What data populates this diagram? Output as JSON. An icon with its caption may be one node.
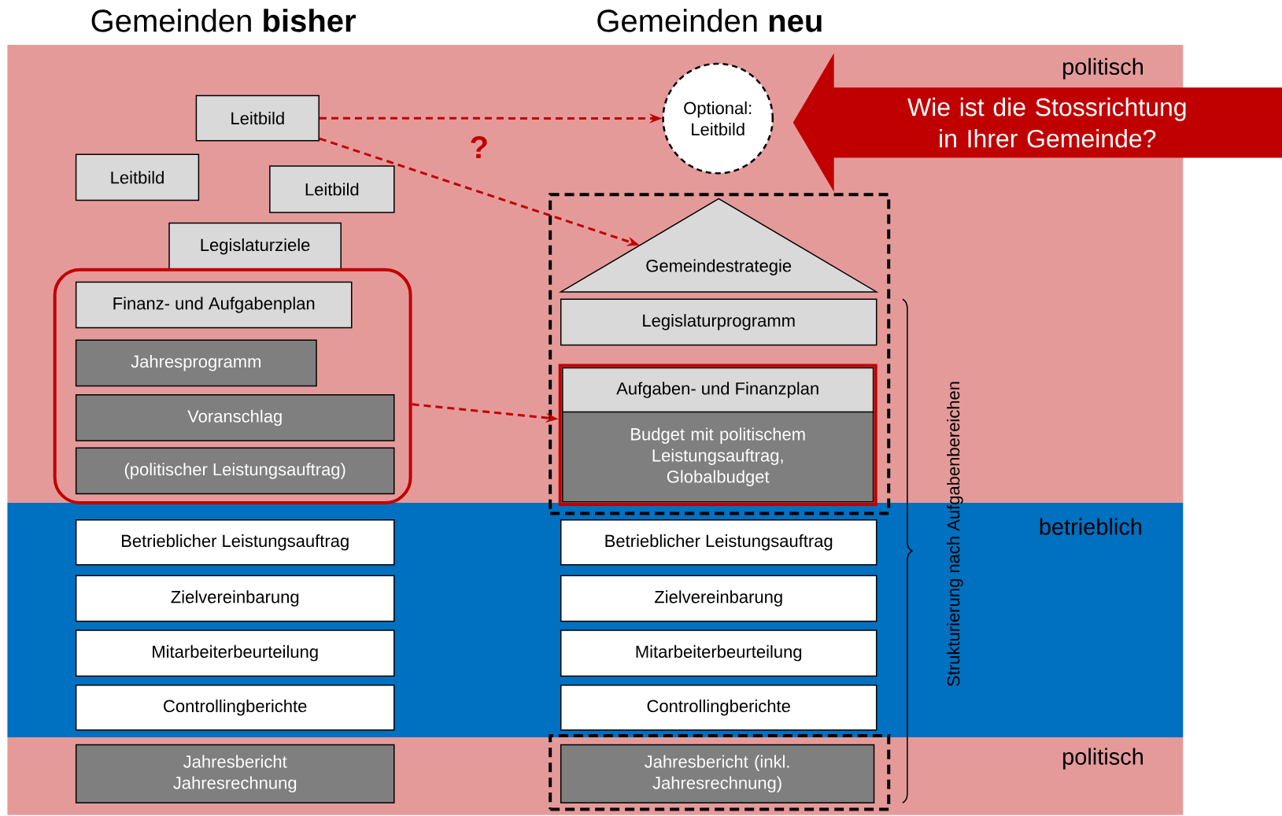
{
  "diagram": {
    "nodes": [
      {
        "text": [
          "Leitbild"
        ]
      },
      {
        "text": [
          "Leitbild"
        ]
      },
      {
        "text": [
          "Leitbild"
        ]
      },
      {
        "text": [
          "Legislaturziele"
        ]
      },
      {
        "text": [],
        "shape": "box"
      },
      {
        "text": [
          "Finanz- und Aufgabenplan"
        ],
        "in": 4
      },
      {
        "text": [
          "Jahresprogramm"
        ],
        "in": 4
      },
      {
        "text": [
          "Voranschlag"
        ],
        "in": 4
      },
      {
        "text": [
          "(politischer Leistungsauftrag)"
        ],
        "in": 4
      },
      {
        "text": [
          "Betrieblicher Leistungsauftrag"
        ]
      },
      {
        "text": [
          "Zielvereinbarung"
        ]
      },
      {
        "text": [
          "Mitarbeiterbeurteilung"
        ]
      },
      {
        "text": [
          "Controllingberichte"
        ]
      },
      {
        "text": [
          "Jahresbericht Jahresrechnung"
        ]
      },
      {
        "text": [
          "Optional: Leitbild"
        ]
      },
      {
        "text": [],
        "shape": "box"
      },
      {
        "text": [
          "Gemeindestrategie"
        ],
        "in": 15
      },
      {
        "text": [
          "Legislaturprogramm"
        ],
        "in": 15
      },
      {
        "text": [],
        "shape": "box",
        "in": 15
      },
      {
        "text": [
          "Aufgaben- und Finanzplan"
        ],
        "in": 18
      },
      {
        "text": [
          "Budget mit politischem Leistungsauftrag, Globalbudget"
        ],
        "in": 18
      },
      {
        "text": [
          "Betrieblicher Leistungsauftrag"
        ]
      },
      {
        "text": [
          "Zielvereinbarung"
        ]
      },
      {
        "text": [
          "Mitarbeiterbeurteilung"
        ]
      },
      {
        "text": [
          "Controllingberichte"
        ]
      },
      {
        "text": [],
        "shape": "box"
      },
      {
        "text": [
          "Jahresbericht (inkl. Jahresrechnung)"
        ],
        "in": 25
      },
      {
        "text": [
          "Wie ist die Stossrichtung in Ihrer Gemeinde?"
        ]
      }
    ],
    "edges": [
      {
        "from": 0,
        "to": 14,
        "arrow": "to",
        "style": "dashed",
        "color": "#c00000"
      },
      {
        "from": 0,
        "to": 16,
        "arrow": "to",
        "style": "dashed",
        "color": "#c00000"
      },
      {
        "from": 4,
        "to": 18,
        "arrow": "to",
        "style": "dashed",
        "color": "#c00000"
      }
    ],
    "labels": [
      "Gemeinden **bisher**",
      "Gemeinden **neu**",
      "politisch",
      "?",
      "betrieblich",
      "Strukturierung nach Aufgabenbereichen",
      "politisch"
    ]
  }
}
